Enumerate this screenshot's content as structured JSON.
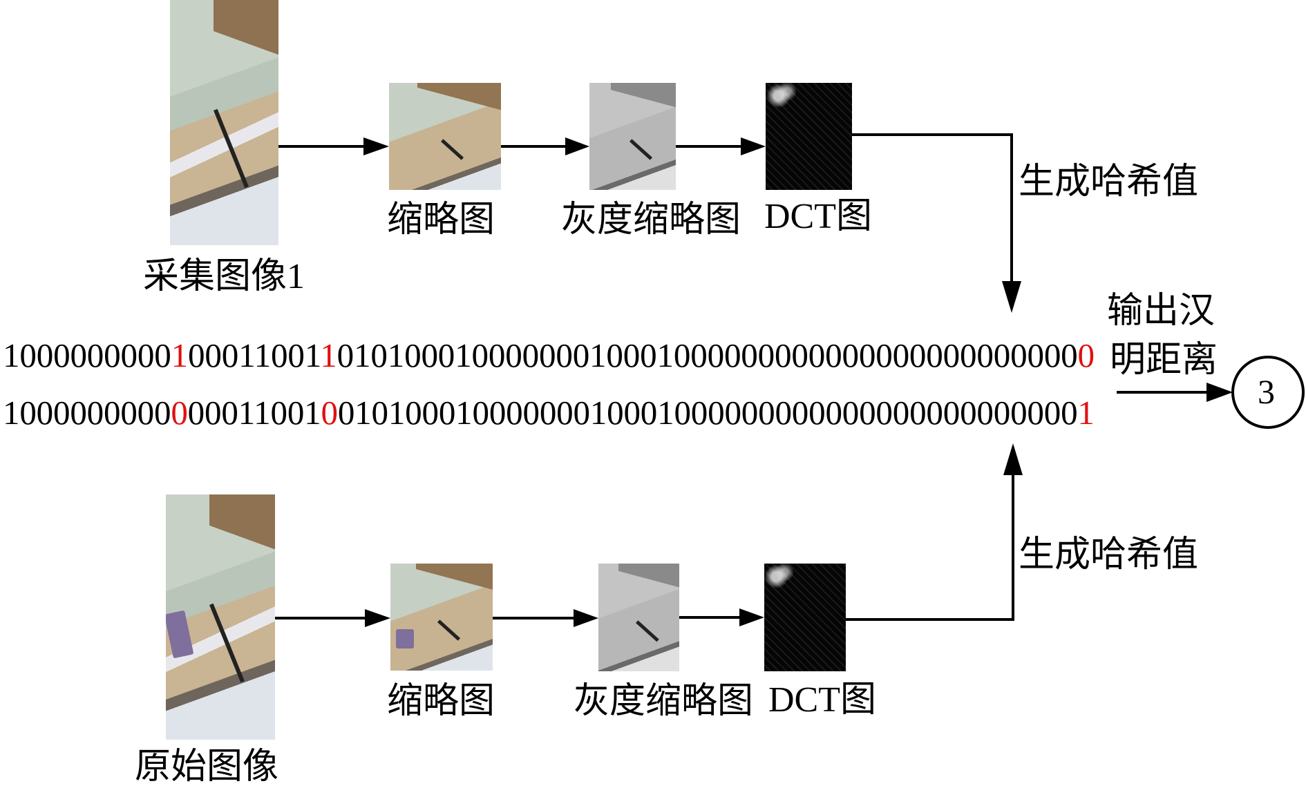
{
  "top_row": {
    "source_label": "采集图像1",
    "thumbnail_label": "缩略图",
    "grayscale_label": "灰度缩略图",
    "dct_label": "DCT图",
    "hash_step_label": "生成哈希值"
  },
  "bottom_row": {
    "source_label": "原始图像",
    "thumbnail_label": "缩略图",
    "grayscale_label": "灰度缩略图",
    "dct_label": "DCT图",
    "hash_step_label": "生成哈希值"
  },
  "hashes": {
    "row1": {
      "seg1": "1000000000",
      "diff1": "1",
      "seg2": "00011001",
      "diff2": "1",
      "seg3": "01010001000000010001000000000000000000000000",
      "diff3": "0"
    },
    "row2": {
      "seg1": "1000000000",
      "diff1": "0",
      "seg2": "00011001",
      "diff2": "0",
      "seg3": "01010001000000010001000000000000000000000000",
      "diff3": "1"
    },
    "diff_color": "#e01010"
  },
  "output": {
    "label_line1": "输出汉",
    "label_line2": "明距离",
    "hamming_distance": "3"
  },
  "icons": {
    "arrow": "arrow-right",
    "result_marker": "circled-number"
  }
}
